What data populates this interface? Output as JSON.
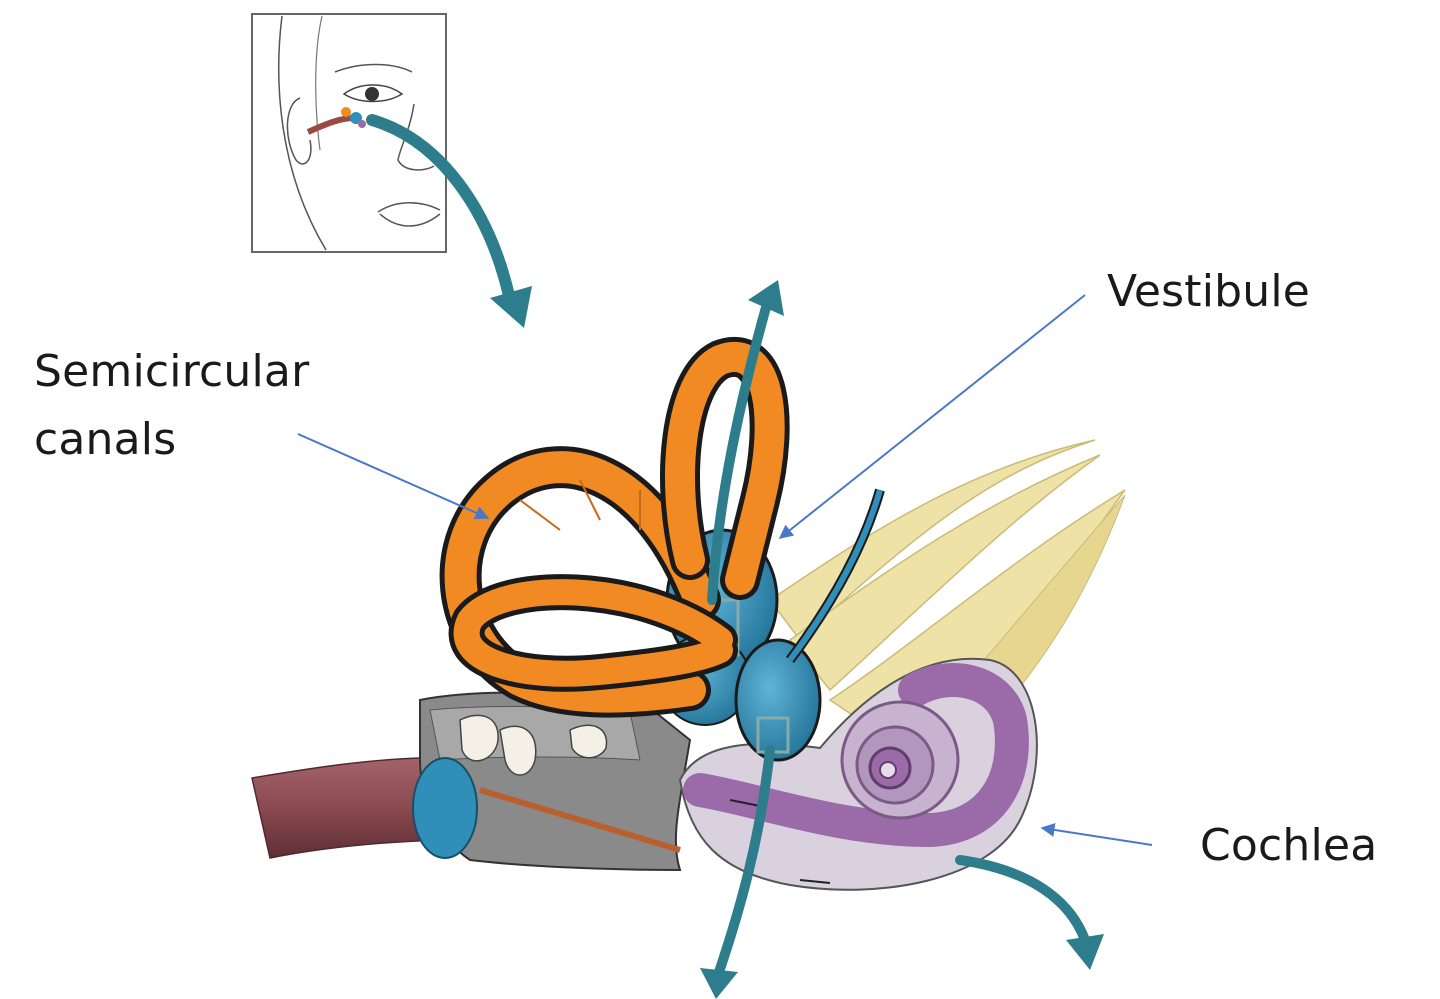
{
  "labels": {
    "semicircular_canals_line1": "Semicircular",
    "semicircular_canals_line2": "canals",
    "vestibule": "Vestibule",
    "cochlea": "Cochlea"
  },
  "colors": {
    "canal_orange": "#F28A24",
    "vestibule_blue": "#2F8FB8",
    "cochlea_purple": "#9B6AA8",
    "nerve_yellow": "#EEE2A6",
    "flow_arrow_teal": "#2E7D8C",
    "pointer_blue": "#4A78C8",
    "tube_maroon": "#8A4A50"
  }
}
